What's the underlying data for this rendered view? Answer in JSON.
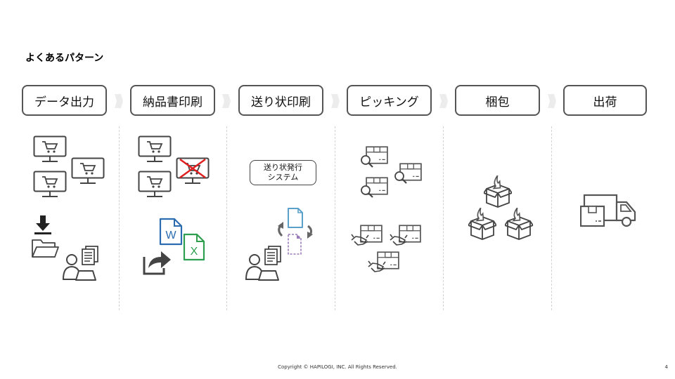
{
  "slide": {
    "title": "よくあるパターン",
    "steps": [
      {
        "label": "データ出力"
      },
      {
        "label": "納品書印刷"
      },
      {
        "label": "送り状印刷"
      },
      {
        "label": "ピッキング"
      },
      {
        "label": "梱包"
      },
      {
        "label": "出荷"
      }
    ],
    "system_box": {
      "line1": "送り状発行",
      "line2": "システム"
    },
    "word_letter": "W",
    "excel_letter": "X",
    "footer": "Copyright © HAPILOGI, INC. All Rights Reserved.",
    "page_number": "4"
  },
  "icons": [
    "computer-cart-icon",
    "download-icon",
    "folder-icon",
    "user-laptop-icon",
    "document-icon",
    "word-file-icon",
    "excel-file-icon",
    "share-arrow-icon",
    "file-sync-icon",
    "box-search-icon",
    "box-handover-icon",
    "box-incoming-icon",
    "delivery-truck-icon",
    "chevron-right-icon"
  ],
  "colors": {
    "word": "#2b6cb0",
    "excel": "#2e9e4f",
    "cross": "#e02020",
    "file_blue": "#5aa0c8",
    "file_purple": "#9a7ab8",
    "icon_gray": "#555555"
  }
}
